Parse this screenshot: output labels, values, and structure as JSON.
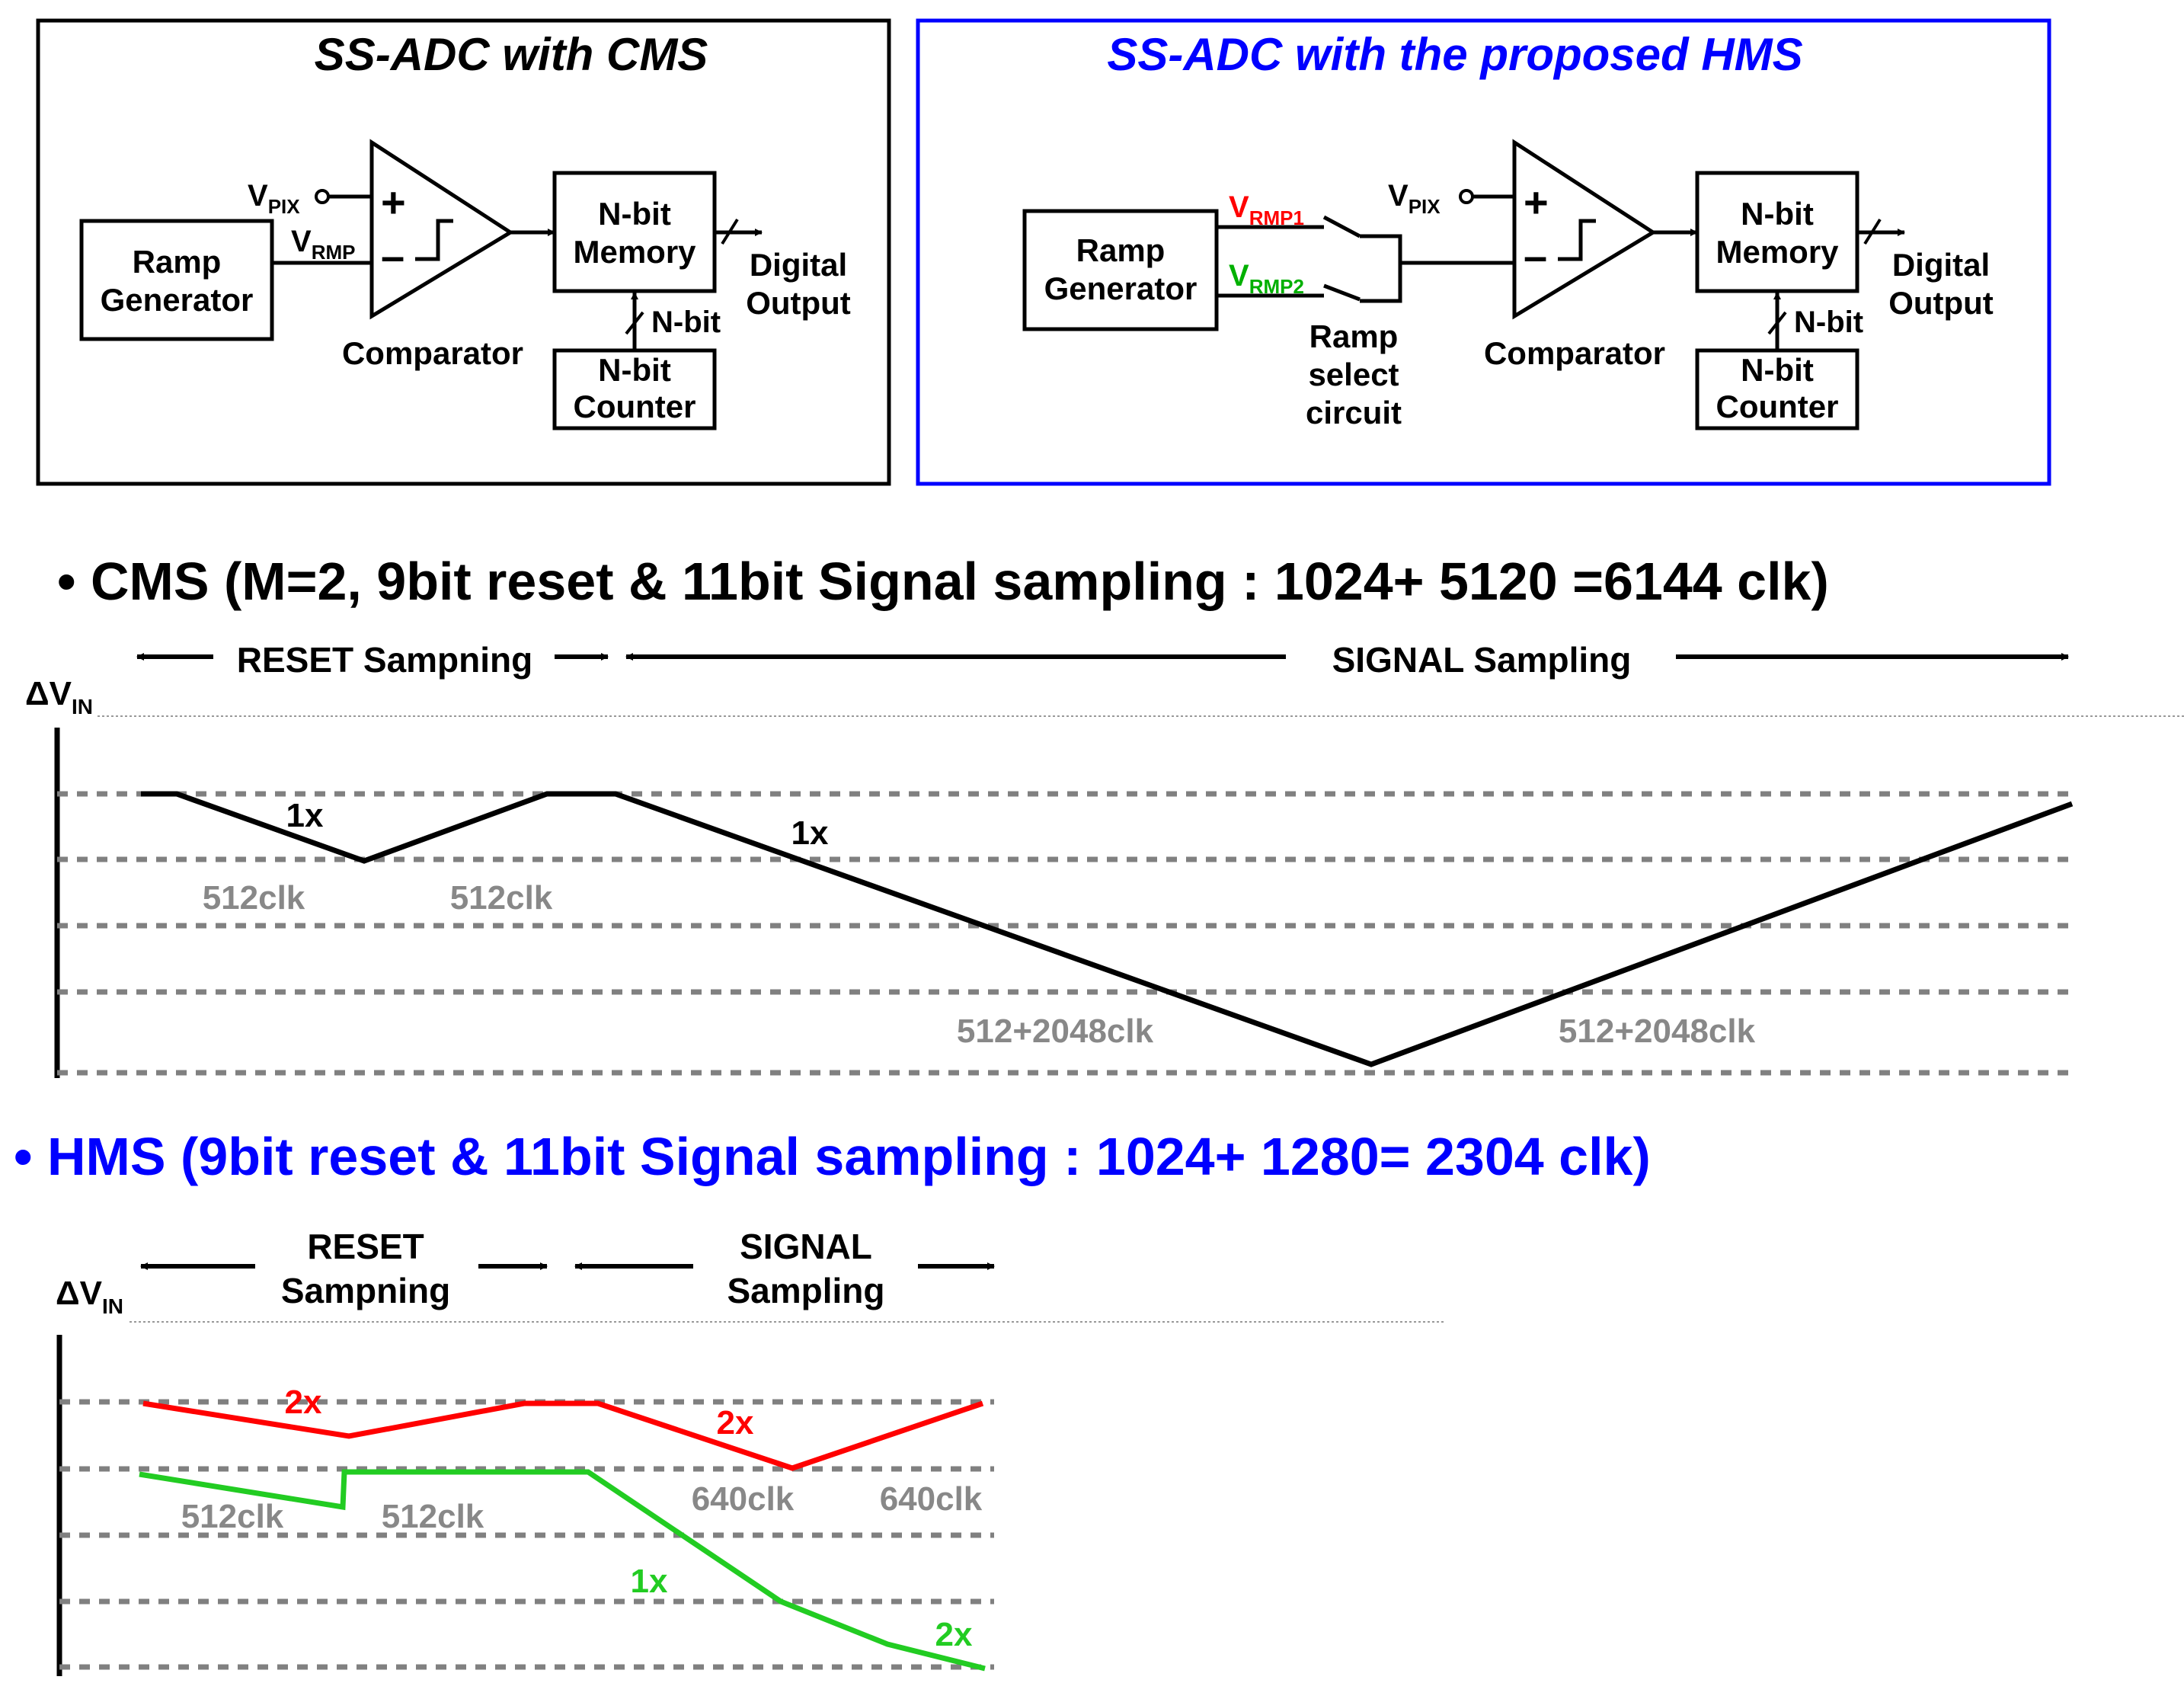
{
  "cms_block": {
    "title": "SS-ADC with CMS",
    "vpix": {
      "main": "V",
      "sub": "PIX"
    },
    "vrmp": {
      "main": "V",
      "sub": "RMP"
    },
    "ramp_generator": [
      "Ramp",
      "Generator"
    ],
    "comparator": "Comparator",
    "memory": [
      "N-bit",
      "Memory"
    ],
    "counter": [
      "N-bit",
      "Counter"
    ],
    "bus_label": "N-bit",
    "digital_output": [
      "Digital",
      "Output"
    ]
  },
  "hms_block": {
    "title": "SS-ADC with the proposed HMS",
    "vpix": {
      "main": "V",
      "sub": "PIX"
    },
    "vrmp1": {
      "main": "V",
      "sub": "RMP1"
    },
    "vrmp2": {
      "main": "V",
      "sub": "RMP2"
    },
    "ramp_generator": [
      "Ramp",
      "Generator"
    ],
    "ramp_select": [
      "Ramp",
      "select",
      "circuit"
    ],
    "comparator": "Comparator",
    "memory": [
      "N-bit",
      "Memory"
    ],
    "counter": [
      "N-bit",
      "Counter"
    ],
    "bus_label": "N-bit",
    "digital_output": [
      "Digital",
      "Output"
    ]
  },
  "cms_timing": {
    "heading": "• CMS (M=2, 9bit reset & 11bit Signal sampling : 1024+ 5120 =6144 clk)",
    "reset_label": "RESET Sampning",
    "signal_label": "SIGNAL Sampling",
    "y_axis": {
      "main": "ΔV",
      "sub": "IN"
    },
    "slope_labels": [
      "1x",
      "1x"
    ],
    "clk_labels": [
      "512clk",
      "512clk",
      "512+2048clk",
      "512+2048clk"
    ]
  },
  "hms_timing": {
    "heading": "• HMS (9bit reset & 11bit Signal sampling : 1024+ 1280= 2304 clk)",
    "reset_label": [
      "RESET",
      "Sampning"
    ],
    "signal_label": [
      "SIGNAL",
      "Sampling"
    ],
    "y_axis": {
      "main": "ΔV",
      "sub": "IN"
    },
    "red_labels": [
      "2x",
      "2x"
    ],
    "green_labels": [
      "1x",
      "2x"
    ],
    "clk_labels": [
      "512clk",
      "512clk",
      "640clk",
      "640clk"
    ]
  },
  "colors": {
    "hms_accent": "#0000ff",
    "vrmp1": "#ff0000",
    "vrmp2": "#00b000",
    "green_ramp": "#22cc22",
    "grid": "#808080",
    "clk_text": "#888888"
  }
}
